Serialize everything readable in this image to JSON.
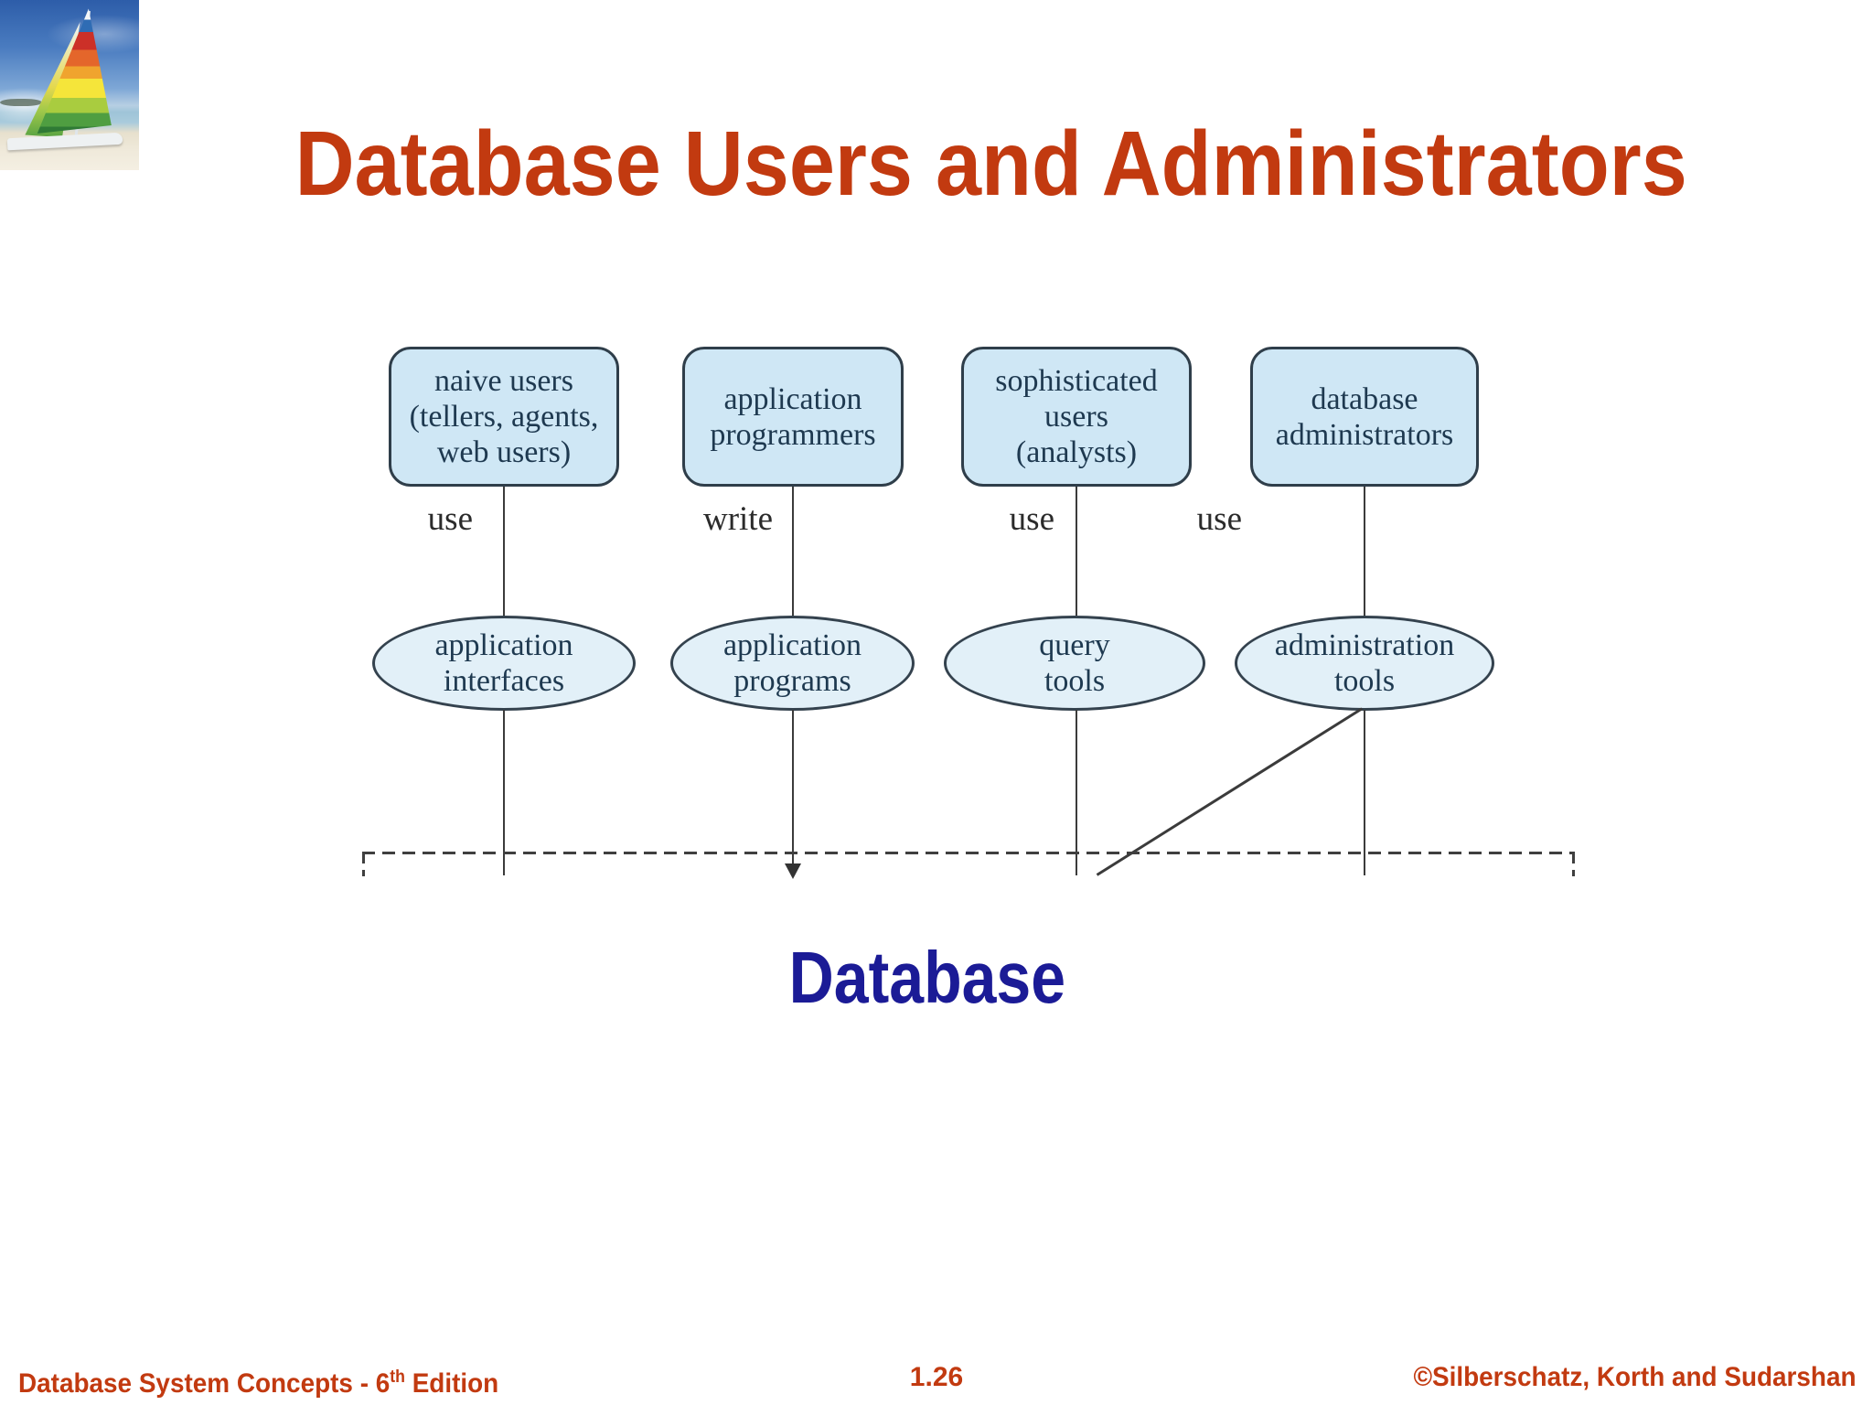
{
  "title": "Database Users and Administrators",
  "logo": {
    "icon": "sailboat-beach-photo"
  },
  "diagram": {
    "columns": [
      {
        "actor_lines": [
          "naive users",
          "(tellers, agents,",
          "web users)"
        ],
        "verb": "use",
        "tool_lines": [
          "application",
          "interfaces"
        ]
      },
      {
        "actor_lines": [
          "application",
          "programmers"
        ],
        "verb": "write",
        "tool_lines": [
          "application",
          "programs"
        ]
      },
      {
        "actor_lines": [
          "sophisticated",
          "users",
          "(analysts)"
        ],
        "verb": "use",
        "tool_lines": [
          "query",
          "tools"
        ]
      },
      {
        "actor_lines": [
          "database",
          "administrators"
        ],
        "verb": "use",
        "tool_lines": [
          "administration",
          "tools"
        ]
      }
    ],
    "database_label": "Database"
  },
  "footer": {
    "book": {
      "prefix": "Database System Concepts - 6",
      "superscript": "th",
      "suffix": " Edition"
    },
    "page_number": "1.26",
    "copyright": "©Silberschatz, Korth and Sudarshan"
  },
  "colors": {
    "accent_red": "#c23a10",
    "box_fill": "#cfe7f5",
    "ellipse_fill": "#e2f0f8",
    "box_border": "#2f3e4a",
    "diagram_text": "#1e3950",
    "line": "#3b3b3b",
    "database_label_blue": "#1b1b96"
  }
}
